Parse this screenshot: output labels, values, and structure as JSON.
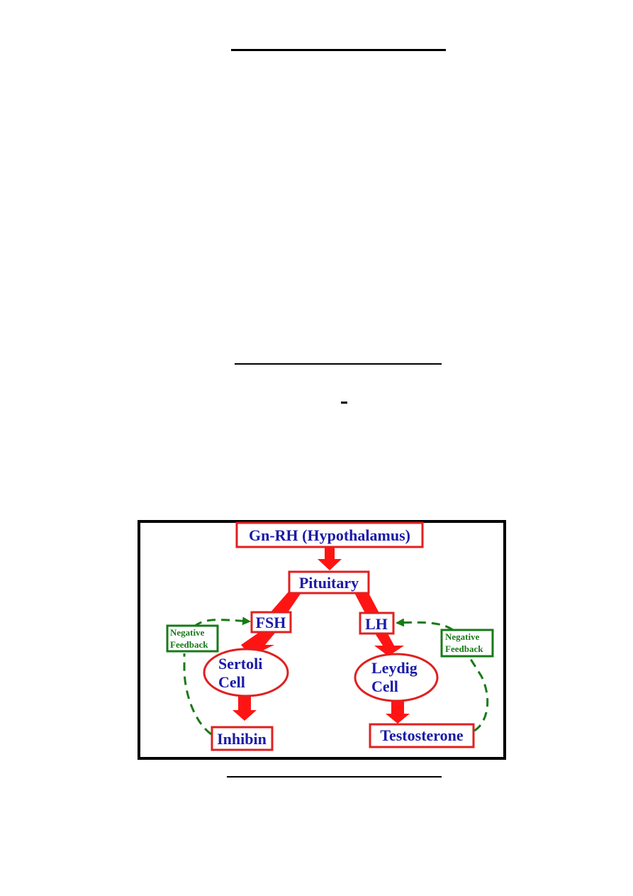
{
  "diagram": {
    "colors": {
      "frame": "#000000",
      "box_border": "#e02020",
      "arrow": "#ff1414",
      "node_text": "#1a1aa8",
      "feedback": "#177a17"
    },
    "nodes": {
      "gnrh": "Gn-RH (Hypothalamus)",
      "pituitary": "Pituitary",
      "fsh": "FSH",
      "lh": "LH",
      "sertoli_line1": "Sertoli",
      "sertoli_line2": "Cell",
      "leydig_line1": "Leydig",
      "leydig_line2": "Cell",
      "inhibin": "Inhibin",
      "testosterone": "Testosterone"
    },
    "feedback_left": {
      "line1": "Negative",
      "line2": "Feedback"
    },
    "feedback_right": {
      "line1": "Negative",
      "line2": "Feedback"
    }
  }
}
